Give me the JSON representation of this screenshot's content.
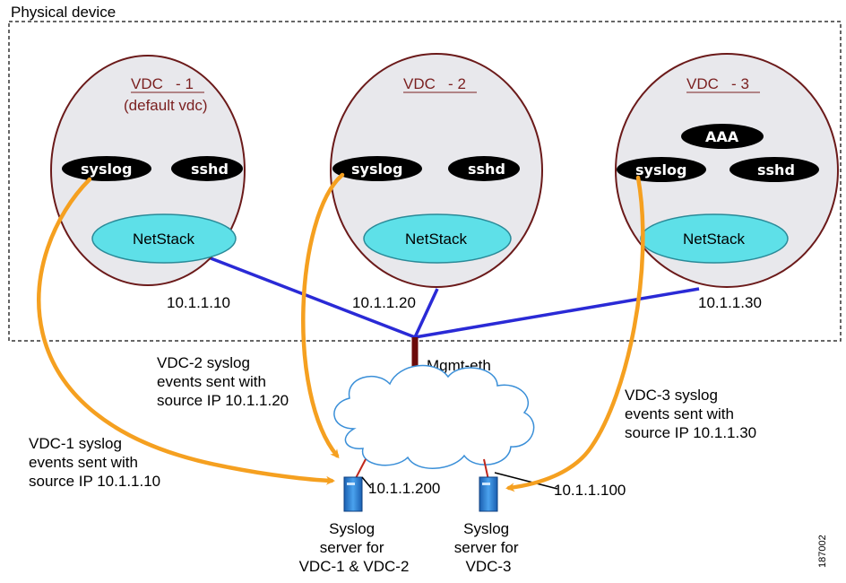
{
  "diagram": {
    "device_label": "Physical device",
    "vdcs": [
      {
        "title": "VDC   - 1",
        "subtitle": "(default vdc)",
        "syslog": "syslog",
        "sshd": "sshd",
        "netstack": "NetStack",
        "ip": "10.1.1.10"
      },
      {
        "title": "VDC   - 2",
        "syslog": "syslog",
        "sshd": "sshd",
        "netstack": "NetStack",
        "ip": "10.1.1.20"
      },
      {
        "title": "VDC   - 3",
        "aaa": "AAA",
        "syslog": "syslog",
        "sshd": "sshd",
        "netstack": "NetStack",
        "ip": "10.1.1.30"
      }
    ],
    "mgmt_label": "Mgmt-eth",
    "annotations": {
      "vdc1": [
        "VDC-1 syslog",
        "events sent with",
        "source IP 10.1.1.10"
      ],
      "vdc2": [
        "VDC-2 syslog",
        "events sent with",
        "source IP 10.1.1.20"
      ],
      "vdc3": [
        "VDC-3 syslog",
        "events sent with",
        "source IP 10.1.1.30"
      ]
    },
    "servers": [
      {
        "ip": "10.1.1.200",
        "caption": [
          "Syslog",
          "server for",
          "VDC-1 & VDC-2"
        ]
      },
      {
        "ip": "10.1.1.100",
        "caption": [
          "Syslog",
          "server for",
          "VDC-3"
        ]
      }
    ],
    "figure_id": "187002",
    "colors": {
      "vdc_fill": "#e8e8ec",
      "vdc_stroke": "#6b1a1a",
      "pill": "#000000",
      "netstack": "#5ee0e8",
      "link_blue": "#2a2ad6",
      "mgmt_link": "#6b0a0a",
      "arrow": "#f5a020",
      "server": "#2a80d8"
    }
  }
}
